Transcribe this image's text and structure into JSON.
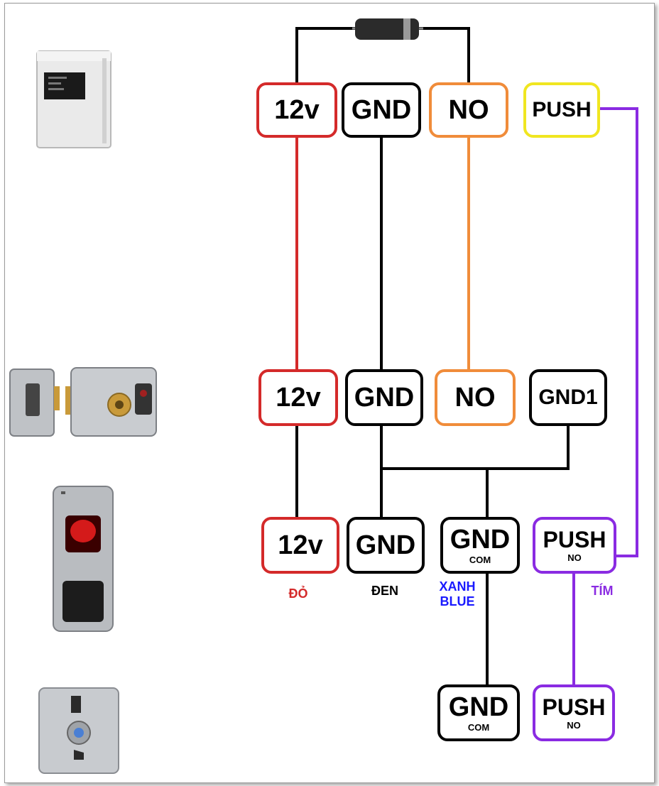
{
  "devices": [
    {
      "id": "power-supply",
      "icon": "power-supply-box-icon"
    },
    {
      "id": "electric-lock",
      "icon": "electric-rim-lock-icon"
    },
    {
      "id": "fingerprint-reader",
      "icon": "fingerprint-reader-icon"
    },
    {
      "id": "exit-button",
      "icon": "exit-push-button-icon"
    }
  ],
  "rows": {
    "power": [
      {
        "main": "12v",
        "color": "#d42a2a"
      },
      {
        "main": "GND",
        "color": "#000000"
      },
      {
        "main": "NO",
        "color": "#f08c3a"
      },
      {
        "main": "PUSH",
        "color": "#f0e620"
      }
    ],
    "lock": [
      {
        "main": "12v",
        "color": "#d42a2a"
      },
      {
        "main": "GND",
        "color": "#000000"
      },
      {
        "main": "NO",
        "color": "#f08c3a"
      },
      {
        "main": "GND1",
        "color": "#000000"
      }
    ],
    "reader": [
      {
        "main": "12v",
        "color": "#d42a2a"
      },
      {
        "main": "GND",
        "color": "#000000"
      },
      {
        "main": "GND",
        "sub": "COM",
        "color": "#000000"
      },
      {
        "main": "PUSH",
        "sub": "NO",
        "color": "#8a2be2"
      }
    ],
    "button": [
      {
        "main": "GND",
        "sub": "COM",
        "color": "#000000"
      },
      {
        "main": "PUSH",
        "sub": "NO",
        "color": "#8a2be2"
      }
    ]
  },
  "wire_labels": {
    "red": "ĐỎ",
    "black": "ĐEN",
    "blue_line1": "XANH",
    "blue_line2": "BLUE",
    "purple": "TÍM"
  },
  "colors": {
    "red": "#d42a2a",
    "black": "#000000",
    "orange": "#f08c3a",
    "yellow": "#f0e620",
    "purple": "#8a2be2",
    "blue": "#1a1aff"
  }
}
